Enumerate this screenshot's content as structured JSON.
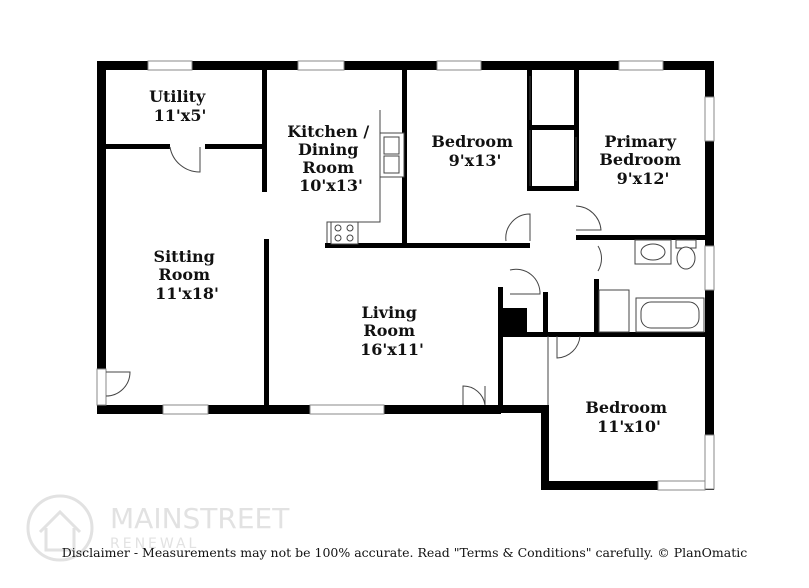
{
  "rooms": [
    {
      "id": "utility",
      "name": "Utility",
      "size": "11'x5'"
    },
    {
      "id": "kitchen",
      "name_lines": [
        "Kitchen /",
        "Dining",
        "Room"
      ],
      "size": "10'x13'"
    },
    {
      "id": "bedroom-1",
      "name": "Bedroom",
      "size": "9'x13'"
    },
    {
      "id": "primary-bedroom",
      "name_lines": [
        "Primary",
        "Bedroom"
      ],
      "size": "9'x12'"
    },
    {
      "id": "sitting-room",
      "name_lines": [
        "Sitting",
        "Room"
      ],
      "size": "11'x18'"
    },
    {
      "id": "living-room",
      "name_lines": [
        "Living",
        "Room"
      ],
      "size": "16'x11'"
    },
    {
      "id": "bedroom-2",
      "name": "Bedroom",
      "size": "11'x10'"
    }
  ],
  "watermark": {
    "line1": "MAINSTREET",
    "line2": "RENEWAL",
    "icon": "house-logo-icon"
  },
  "disclaimer": "Disclaimer - Measurements may not be 100% accurate. Read \"Terms & Conditions\" carefully. © PlanOmatic",
  "colors": {
    "wall": "#000000",
    "watermark": "#e2e2e2"
  }
}
